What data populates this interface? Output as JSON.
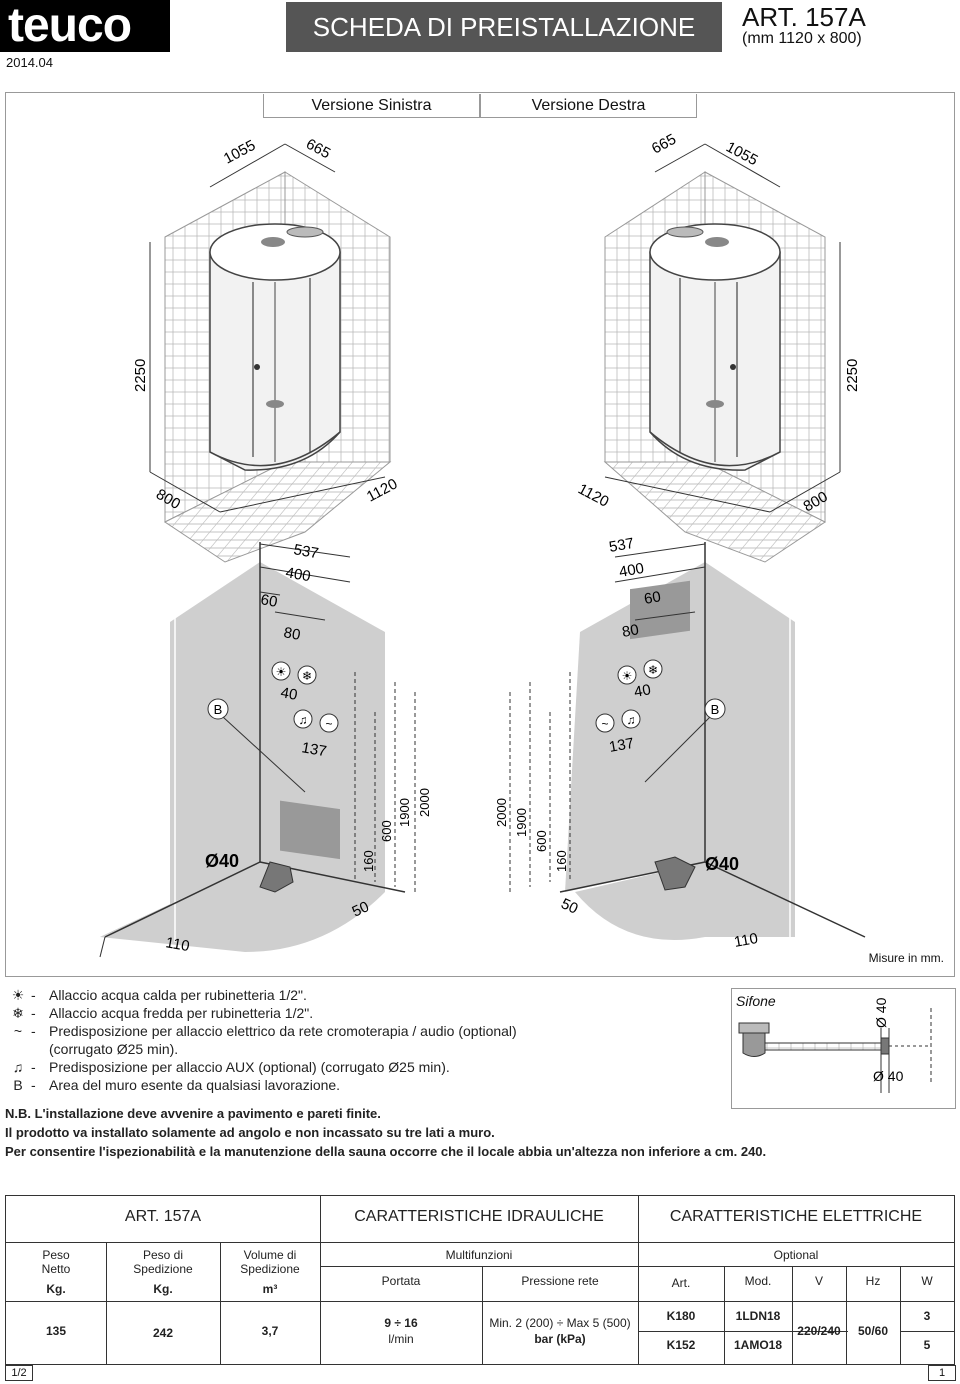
{
  "header": {
    "brand": "teuco",
    "date": "2014.04",
    "title": "SCHEDA DI PREISTALLAZIONE",
    "article": "ART. 157A",
    "dimensions": "(mm 1120 x 800)"
  },
  "drawing": {
    "tab_left": "Versione Sinistra",
    "tab_right": "Versione Destra",
    "units_note": "Misure in mm.",
    "left_top": {
      "w1": "1055",
      "w2": "665",
      "h": "2250",
      "d1": "800",
      "d2": "1120"
    },
    "right_top": {
      "w1": "665",
      "w2": "1055",
      "h": "2250",
      "d1": "1120",
      "d2": "800"
    },
    "left_bottom": {
      "a": "537",
      "b": "400",
      "c": "60",
      "d": "80",
      "e": "40",
      "f": "137",
      "h1": "160",
      "h2": "600",
      "h3": "1900",
      "h4": "2000",
      "g": "50",
      "i": "110",
      "dia": "Ø40",
      "area": "B"
    },
    "right_bottom": {
      "a": "537",
      "b": "400",
      "c": "60",
      "d": "80",
      "e": "40",
      "f": "137",
      "h1": "2000",
      "h2": "1900",
      "h3": "600",
      "h4": "160",
      "g": "50",
      "i": "110",
      "dia": "Ø40",
      "area": "B"
    }
  },
  "legend": {
    "items": [
      {
        "symbol": "☀",
        "icon": "sun-icon",
        "text": "Allaccio acqua calda per rubinetteria 1/2\"."
      },
      {
        "symbol": "❄",
        "icon": "snowflake-icon",
        "text": "Allaccio acqua fredda per rubinetteria 1/2\"."
      },
      {
        "symbol": "~",
        "icon": "wave-icon",
        "text": "Predisposizione per allaccio elettrico da rete cromoterapia / audio (optional)"
      },
      {
        "symbol": "",
        "icon": "",
        "text": "(corrugato Ø25 min)."
      },
      {
        "symbol": "♫",
        "icon": "music-note-icon",
        "text": "Predisposizione per allaccio AUX (optional) (corrugato Ø25 min)."
      },
      {
        "symbol": "B",
        "icon": "",
        "text": "Area del muro esente da qualsiasi lavorazione."
      }
    ],
    "sifone": {
      "title": "Sifone",
      "dia_v": "Ø 40",
      "dia_h": "Ø 40"
    }
  },
  "notes": {
    "nb1": "N.B. L'installazione deve avvenire a pavimento e pareti finite.",
    "nb2": "Il prodotto va installato solamente ad angolo e non incassato su tre lati a muro.",
    "nb3": "Per consentire l'ispezionabilità e la manutenzione della sauna occorre che il locale abbia un'altezza non inferiore a cm. 240."
  },
  "table": {
    "art": "ART. 157A",
    "hydraulic": "CARATTERISTICHE IDRAULICHE",
    "electric": "CARATTERISTICHE ELETTRICHE",
    "peso_netto": "Peso Netto",
    "peso_netto_unit": "Kg.",
    "peso_sped": "Peso di Spedizione",
    "peso_sped_unit": "Kg.",
    "volume": "Volume di Spedizione",
    "volume_unit": "m³",
    "multifunzioni": "Multifunzioni",
    "portata": "Portata",
    "pressione": "Pressione rete",
    "optional": "Optional",
    "col_art": "Art.",
    "col_mod": "Mod.",
    "col_v": "V",
    "col_hz": "Hz",
    "col_w": "W",
    "val_peso_netto": "135",
    "val_peso_sped": "242",
    "val_volume": "3,7",
    "val_portata": "9 ÷ 16",
    "val_portata_unit": "l/min",
    "val_pressione": "Min. 2 (200) ÷ Max 5 (500)",
    "val_pressione_unit": "bar (kPa)",
    "rows": [
      {
        "art": "K180",
        "mod": "1LDN18",
        "w": "3"
      },
      {
        "art": "K152",
        "mod": "1AMO18",
        "w": "5"
      }
    ],
    "val_v": "220/240",
    "val_hz": "50/60"
  },
  "footer": {
    "page_left": "1/2",
    "page_right": "1"
  }
}
